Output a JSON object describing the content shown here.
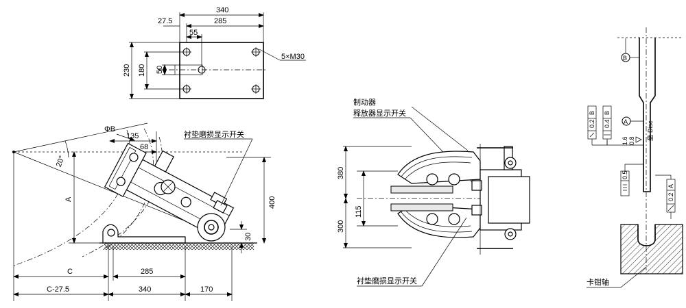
{
  "diagram": {
    "top_plan": {
      "dim_340": "340",
      "dim_285": "285",
      "dim_27_5": "27.5",
      "dim_55": "55",
      "dim_230": "230",
      "dim_180": "180",
      "dim_50": "50",
      "holes": "5×M30"
    },
    "side_view": {
      "phi_b": "ΦB",
      "dim_135": "135",
      "dim_68": "68",
      "angle": "20°",
      "dim_a": "A",
      "dim_400": "400",
      "dim_30": "30",
      "dim_c": "C",
      "dim_285": "285",
      "dim_c_minus": "C-27.5",
      "dim_340": "340",
      "dim_170": "170",
      "wear_switch": "衬垫磨损显示开关"
    },
    "front_view": {
      "brake": "制动器",
      "release_switch": "释放器显示开关",
      "dim_380": "380",
      "dim_115": "115",
      "dim_300": "300",
      "wear_switch": "衬垫磨损显示开关"
    },
    "tolerance_view": {
      "datum_b": "B",
      "datum_a": "A",
      "tol_1_val": "0.2",
      "tol_1_ref": "B",
      "tol_2_val": "0.4",
      "tol_2_ref": "B",
      "disc_cn": "盘",
      "disc_en": "Disc",
      "rough_1": "1.6",
      "rough_2": "0.8",
      "sym_val": "0.5",
      "tol_3_val": "0.2",
      "tol_3_ref": "A",
      "caliper_shaft": "卡钳轴"
    }
  }
}
